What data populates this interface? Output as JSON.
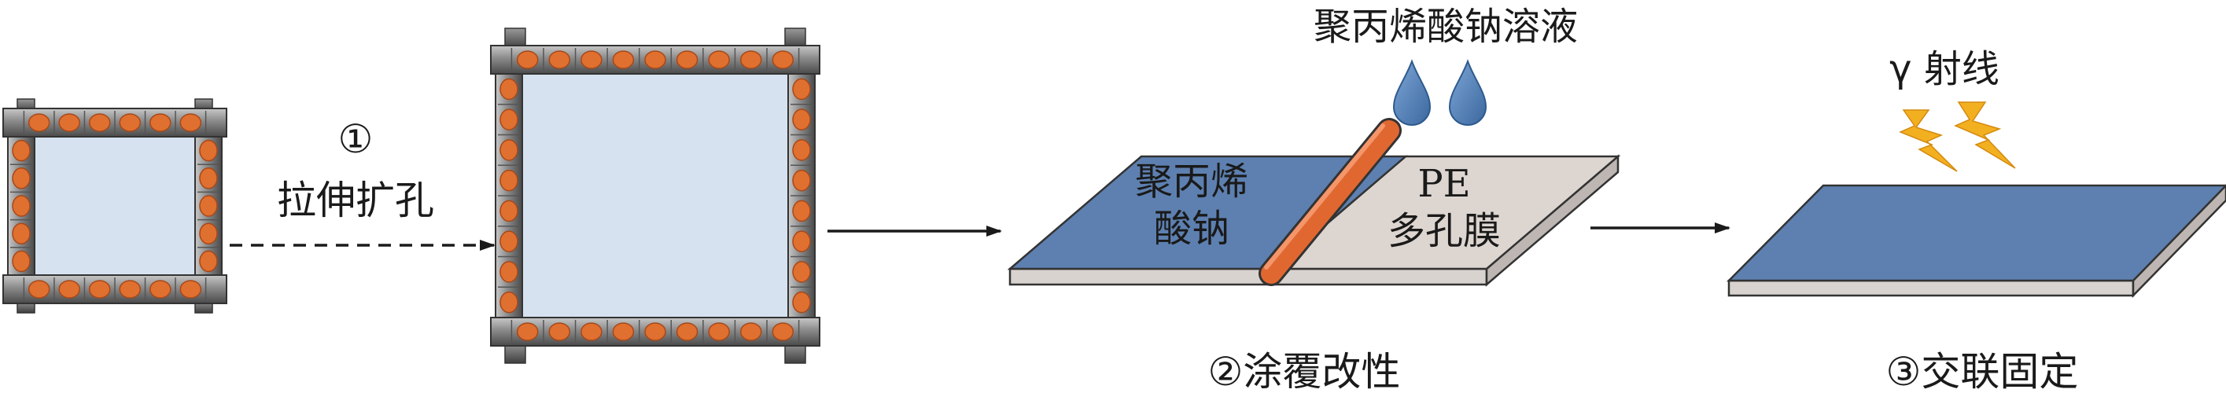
{
  "labels": {
    "step1_number": "①",
    "step1_text": "拉伸扩孔",
    "solution_label": "聚丙烯酸钠溶液",
    "coating_line1": "聚丙烯",
    "coating_line2": "酸钠",
    "membrane_line1": "PE",
    "membrane_line2": "多孔膜",
    "step2_caption": "②涂覆改性",
    "gamma_label": "γ 射线",
    "step3_caption": "③交联固定"
  },
  "colors": {
    "frame_metal": "#8a8a8a",
    "frame_dot": "#e07030",
    "film_light": "#d6e2f0",
    "coating_blue": "#5d80b0",
    "membrane_gray": "#ddd5d0",
    "roller_orange": "#e06830",
    "droplet_blue": "#4f7fb8",
    "lightning": "#f2b020"
  }
}
